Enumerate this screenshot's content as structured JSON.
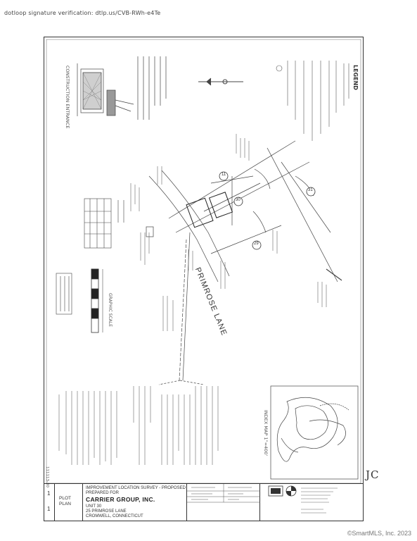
{
  "verification": "dotloop signature verification: dtlp.us/CVB-RWh-e4Te",
  "sheet": {
    "sheet_number": "1",
    "sheet_of": "1",
    "drawing_type": "PLOT PLAN",
    "street_label": "PRIMROSE LANE",
    "legend_title": "LEGEND",
    "construction_entrance_title": "CONSTRUCTION ENTRANCE",
    "graphic_scale_title": "GRAPHIC SCALE",
    "index_map_label": "INDEX MAP 1\"=400'",
    "lot_labels": [
      "11",
      "30",
      "29",
      "31"
    ],
    "side_label": "111113-30"
  },
  "title_block": {
    "survey_type": "IMPROVEMENT LOCATION SURVEY - PROPOSED",
    "prepared_for": "PREPARED FOR",
    "client": "CARRIER GROUP, INC.",
    "unit": "UNIT 30",
    "address": "25 PRIMROSE LANE",
    "town": "CROMWELL, CONNECTICUT"
  },
  "initials": "JC",
  "copyright": "©SmartMLS, Inc.  2023"
}
